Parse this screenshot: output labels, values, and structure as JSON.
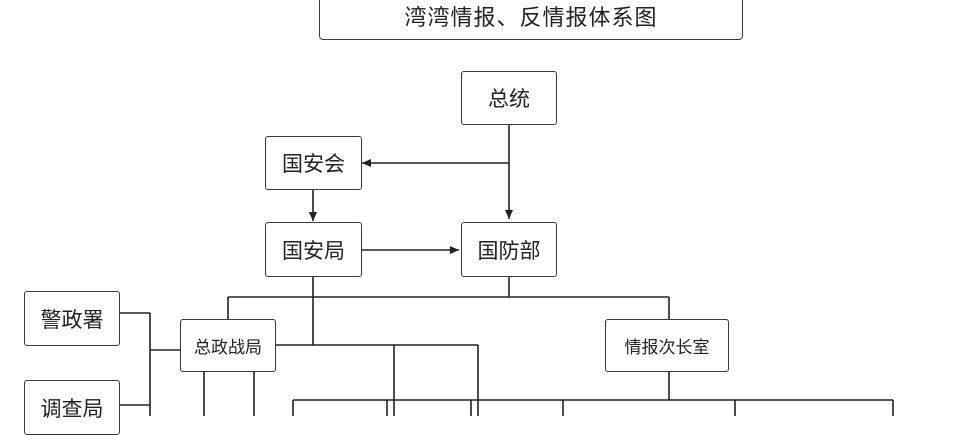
{
  "title": "湾湾情报、反情报体系图",
  "nodes": {
    "president": "总统",
    "nsc": "国安会",
    "nsb": "国安局",
    "mnd": "国防部",
    "police": "警政署",
    "investigation": "调查局",
    "political_warfare": "总政战局",
    "intel_deputy": "情报次长室"
  },
  "colors": {
    "line": "#222222",
    "border": "#3a3a3a",
    "background": "#ffffff"
  }
}
